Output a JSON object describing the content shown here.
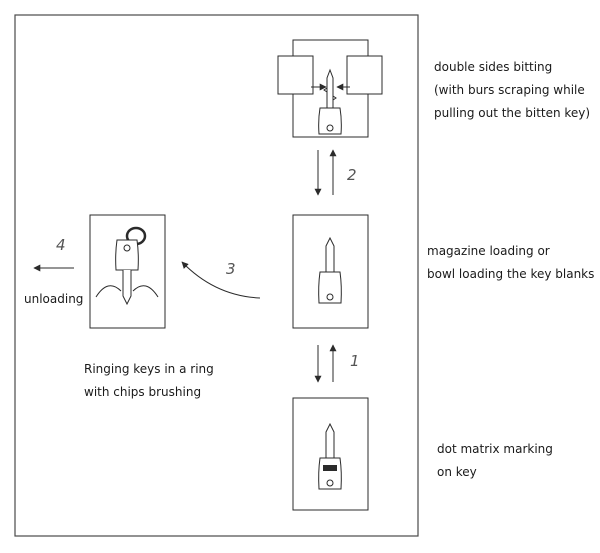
{
  "stations": {
    "marking": {
      "lines": [
        "dot matrix marking",
        "on key"
      ]
    },
    "loading": {
      "lines": [
        "magazine loading or",
        "bowl loading the key blanks"
      ]
    },
    "bitting": {
      "lines": [
        "double sides bitting",
        "(with burs scraping while",
        "pulling out the bitten key)"
      ]
    },
    "ringing": {
      "lines": [
        "Ringing keys in a ring",
        "with chips brushing"
      ]
    },
    "unloading": {
      "label": "unloading"
    }
  },
  "steps": [
    "1",
    "2",
    "3",
    "4"
  ],
  "colors": {
    "line": "#2b2b2b",
    "frame": "#4a4a4a",
    "step_text": "#555555"
  }
}
